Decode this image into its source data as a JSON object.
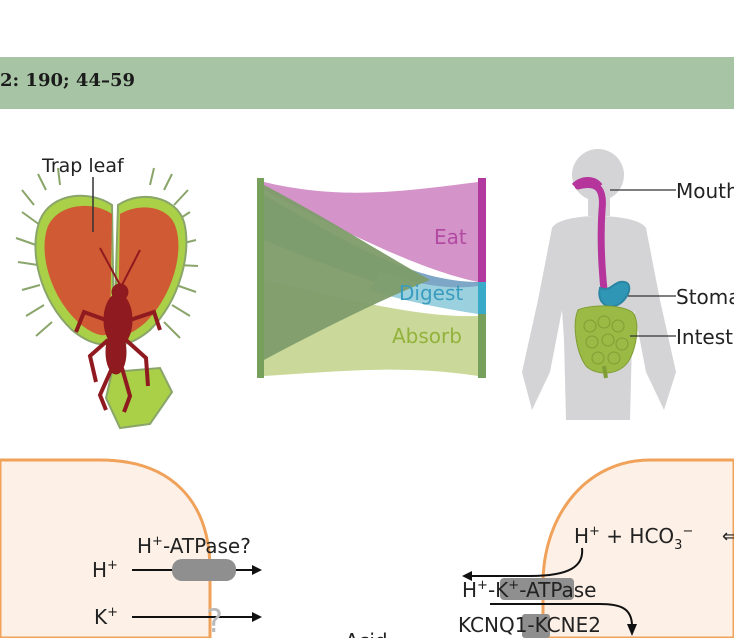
{
  "header": {
    "citation": "2: 190; 44–59"
  },
  "panel_plant": {
    "label": "Trap leaf"
  },
  "panel_flow": {
    "labels": [
      "Eat",
      "Digest",
      "Absorb"
    ],
    "colors": {
      "eat": "#c85fb4",
      "digest": "#35a6c5",
      "absorb": "#a3c03d",
      "bar": "#76a05b"
    }
  },
  "panel_human": {
    "labels": [
      "Mouth",
      "Stomach",
      "Intestine"
    ]
  },
  "cell_diagram": {
    "left": {
      "pump_label_main": "H",
      "pump_label_sup": "+",
      "pump_label_rest": "-ATPase?",
      "ions": [
        {
          "base": "H",
          "sup": "+"
        },
        {
          "base": "K",
          "sup": "+"
        }
      ],
      "unknown": "?"
    },
    "right": {
      "reaction_a": "H",
      "reaction_a_sup": "+",
      "reaction_b": " + HCO",
      "reaction_b_sub": "3",
      "reaction_b_sup": "−",
      "pump_label": {
        "p1": "H",
        "s1": "+",
        "p2": "-K",
        "s2": "+",
        "p3": "-ATPase"
      },
      "channel_label": "KCNQ1-KCNE2"
    },
    "middle_label": "Acid"
  }
}
